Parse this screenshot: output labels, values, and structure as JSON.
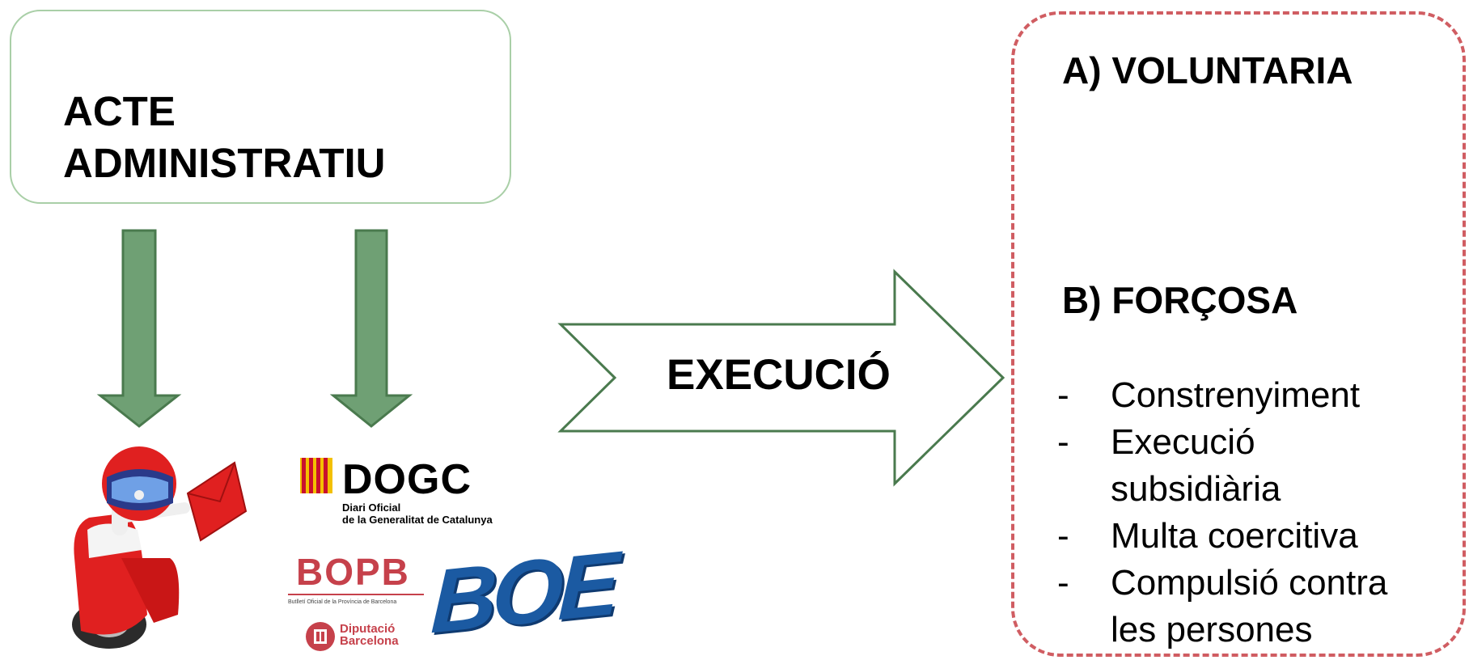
{
  "acte": {
    "line1": "ACTE",
    "line2": "ADMINISTRATIU"
  },
  "execution_label": "EXECUCIÓ",
  "voluntary": "A) VOLUNTARIA",
  "forced": "B) FORÇOSA",
  "methods": [
    {
      "dash": "-",
      "line1": "Constrenyiment",
      "line2": ""
    },
    {
      "dash": "-",
      "line1": "Execució",
      "line2": "subsidiària"
    },
    {
      "dash": "-",
      "line1": "Multa coercitiva",
      "line2": ""
    },
    {
      "dash": "-",
      "line1": "Compulsió contra",
      "line2": "les persones"
    }
  ],
  "logos": {
    "dogc": "DOGC",
    "dogc_sub1": "Diari Oficial",
    "dogc_sub2": "de la Generalitat de Catalunya",
    "bopb": "BOPB",
    "bopb_sub": "Butlletí Oficial de la Província de Barcelona",
    "diputacio1": "Diputació",
    "diputacio2": "Barcelona",
    "boe": "BOE"
  },
  "colors": {
    "arrow_green": "#6fa074",
    "arrow_outline": "#4a7a4e",
    "box_border": "#a9cfa7",
    "dashed_border": "#d05d62",
    "bopb_red": "#c6414b",
    "boe_blue": "#1b5aa2",
    "scooter_red": "#e02020"
  },
  "icons": [
    "down-arrow-icon",
    "right-arrow-icon",
    "courier-scooter-icon",
    "envelope-icon",
    "dogc-flag-icon",
    "diputacio-seal-icon"
  ]
}
